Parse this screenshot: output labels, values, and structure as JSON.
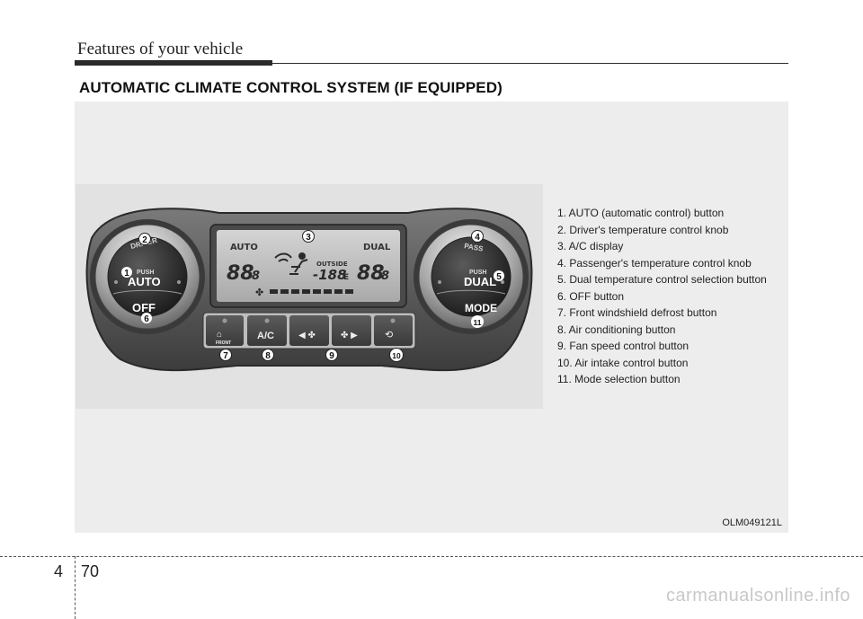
{
  "header": {
    "title": "Features of your vehicle"
  },
  "section": {
    "title": "AUTOMATIC CLIMATE CONTROL SYSTEM (IF EQUIPPED)"
  },
  "panel": {
    "driver_knob": {
      "ring_label": "DRIVER",
      "push_label": "PUSH",
      "main_label": "AUTO",
      "off_label": "OFF"
    },
    "pass_knob": {
      "ring_label": "PASS",
      "push_label": "PUSH",
      "main_label": "DUAL",
      "mode_label": "MODE"
    },
    "display": {
      "auto_label": "AUTO",
      "dual_label": "DUAL",
      "outside_label": "OUTSIDE",
      "driver_temp": "88",
      "driver_temp_small": "8",
      "outside_temp": "-188",
      "outside_unit": "E",
      "pass_temp": "88",
      "pass_temp_small": "8"
    },
    "buttons": {
      "front_label": "FRONT",
      "ac_label": "A/C"
    },
    "callouts": [
      "1",
      "2",
      "3",
      "4",
      "5",
      "6",
      "7",
      "8",
      "9",
      "10",
      "11"
    ]
  },
  "legend": [
    "1. AUTO (automatic control) button",
    "2. Driver's temperature control knob",
    "3. A/C display",
    "4. Passenger's temperature control knob",
    "5. Dual temperature control selection button",
    "6. OFF button",
    "7. Front windshield defrost button",
    "8. Air conditioning button",
    "9. Fan speed control button",
    "10. Air intake control button",
    "11. Mode selection button"
  ],
  "figure_code": "OLM049121L",
  "footer": {
    "chapter": "4",
    "page": "70"
  },
  "watermark": "carmanualsonline.info"
}
